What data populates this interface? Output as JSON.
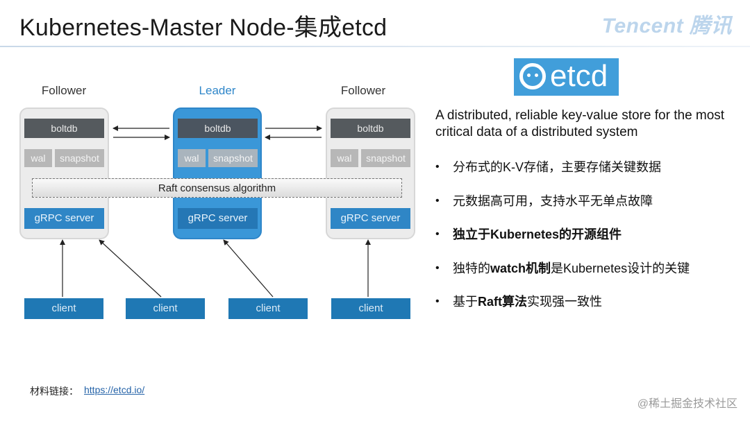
{
  "header": {
    "title": "Kubernetes-Master Node-集成etcd",
    "brand": "Tencent 腾讯"
  },
  "diagram": {
    "nodes": [
      {
        "label": "Follower",
        "db": "boltdb",
        "wal": "wal",
        "snapshot": "snapshot",
        "server": "gRPC server"
      },
      {
        "label": "Leader",
        "db": "boltdb",
        "wal": "wal",
        "snapshot": "snapshot",
        "server": "gRPC server"
      },
      {
        "label": "Follower",
        "db": "boltdb",
        "wal": "wal",
        "snapshot": "snapshot",
        "server": "gRPC server"
      }
    ],
    "consensus": "Raft consensus algorithm",
    "clients": [
      "client",
      "client",
      "client",
      "client"
    ]
  },
  "info": {
    "logo_text": "etcd",
    "description": "A distributed, reliable key-value store for the most critical data of a distributed system",
    "bullets": [
      {
        "parts": [
          {
            "text": "分布式的K-V存储，主要存储关键数据",
            "bold": false
          }
        ]
      },
      {
        "parts": [
          {
            "text": "元数据高可用，支持水平无单点故障",
            "bold": false
          }
        ]
      },
      {
        "parts": [
          {
            "text": "独立于Kubernetes的开源组件",
            "bold": true
          }
        ]
      },
      {
        "parts": [
          {
            "text": "独特的",
            "bold": false
          },
          {
            "text": "watch机制",
            "bold": true
          },
          {
            "text": "是Kubernetes设计的关键",
            "bold": false
          }
        ]
      },
      {
        "parts": [
          {
            "text": "基于",
            "bold": false
          },
          {
            "text": "Raft算法",
            "bold": true
          },
          {
            "text": "实现强一致性",
            "bold": false
          }
        ]
      }
    ],
    "bullet_symbol": "•"
  },
  "footer": {
    "label": "材料链接：",
    "link": "https://etcd.io/",
    "watermark": "@稀土掘金技术社区"
  },
  "colors": {
    "leader": "#3a97d8",
    "follower": "#ececec",
    "client": "#1f78b4",
    "etcd_logo": "#419eda"
  }
}
